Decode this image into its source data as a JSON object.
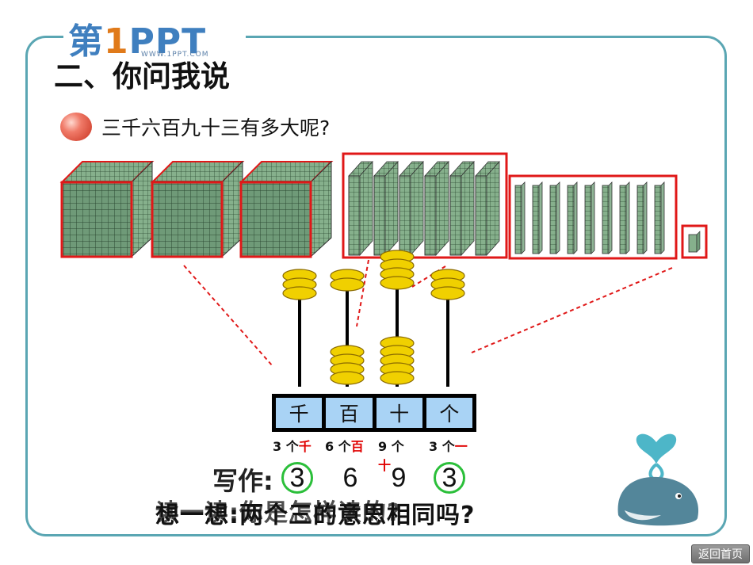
{
  "logo": {
    "brand": "第",
    "brand_one": "1",
    "brand_rest": "PPT",
    "url": "WWW.1PPT.COM"
  },
  "title": "二、你问我说",
  "question": "三千六百九十三有多大呢?",
  "places": [
    "千",
    "百",
    "十",
    "个"
  ],
  "counts": [
    {
      "num": "3 个",
      "unit": "千"
    },
    {
      "num": "6 个",
      "unit": "百"
    },
    {
      "num": "9 个",
      "unit": "十"
    },
    {
      "num": "3 个",
      "unit": "一"
    }
  ],
  "write_label": "写作:",
  "digits": [
    "3",
    "6",
    "9",
    "3"
  ],
  "bottom_question_a": "想一想:两个三的意思相同吗?",
  "bottom_question_b": "读一读:你是怎样读的?",
  "home_button": "返回首页",
  "beads": {
    "thousands": 3,
    "hundreds": 6,
    "tens": 9,
    "ones": 3
  },
  "colors": {
    "frame": "#5aa6b3",
    "cube": "#6f9a78",
    "highlight": "#e01818",
    "bead": "#f0d000",
    "place_bg": "#a9d3f5",
    "ring": "#2bbf3a"
  }
}
